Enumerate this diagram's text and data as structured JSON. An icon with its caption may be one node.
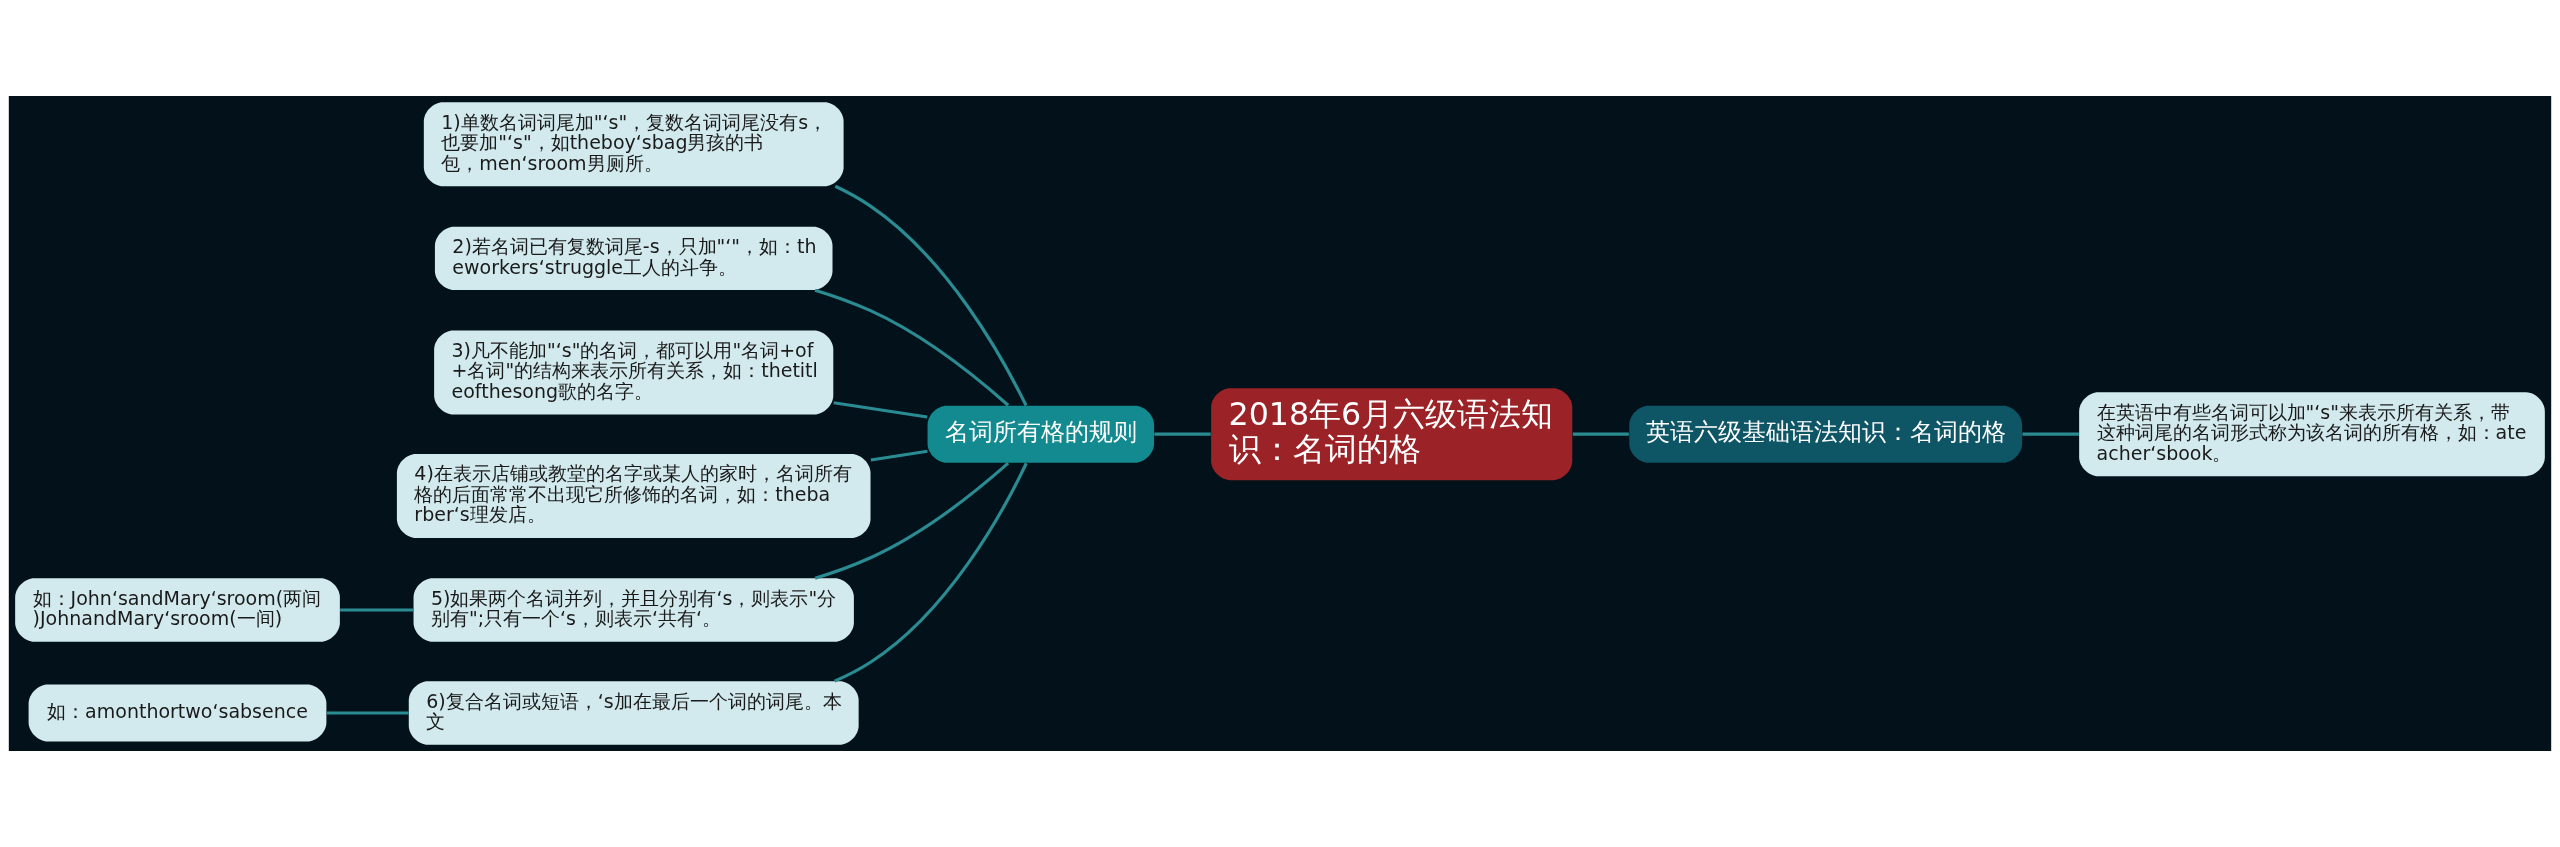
{
  "diagram": {
    "nodes": [
      {
        "text": [
          "2018年6月六级语法知识：名词的格"
        ]
      },
      {
        "text": [
          "名词所有格的规则"
        ]
      },
      {
        "text": [
          "1)单数名词词尾加\"‘s\"，复数名词词尾没有s，也要加\"‘s\"，如theboy‘sbag男孩的书包，men‘sroom男厕所。"
        ]
      },
      {
        "text": [
          "2)若名词已有复数词尾-s，只加\"‘\"，如：theworkers‘struggle工人的斗争。"
        ]
      },
      {
        "text": [
          "3)凡不能加\"‘s\"的名词，都可以用\"名词+of+名词\"的结构来表示所有关系，如：thetitleofthesong歌的名字。"
        ]
      },
      {
        "text": [
          "4)在表示店铺或教堂的名字或某人的家时，名词所有格的后面常常不出现它所修饰的名词，如：thebarber‘s理发店。"
        ]
      },
      {
        "text": [
          "5)如果两个名词并列，并且分别有‘s，则表示\"分别有\";只有一个‘s，则表示‘共有‘。"
        ]
      },
      {
        "text": [
          "6)复合名词或短语，‘s加在最后一个词的词尾。本文"
        ]
      },
      {
        "text": [
          "如：John‘sandMary‘sroom(两间)JohnandMary‘sroom(一间)"
        ]
      },
      {
        "text": [
          "如：amonthortwo‘sabsence"
        ]
      },
      {
        "text": [
          "英语六级基础语法知识：名词的格"
        ]
      },
      {
        "text": [
          "在英语中有些名词可以加\"‘s\"来表示所有关系，带这种词尾的名词形式称为该名词的所有格，如：ateacher‘sbook。"
        ]
      }
    ],
    "edges": [
      {
        "from": 8,
        "to": 6,
        "arrow": "none"
      },
      {
        "from": 9,
        "to": 7,
        "arrow": "none"
      },
      {
        "from": 2,
        "to": 1,
        "arrow": "none"
      },
      {
        "from": 3,
        "to": 1,
        "arrow": "none"
      },
      {
        "from": 4,
        "to": 1,
        "arrow": "none"
      },
      {
        "from": 5,
        "to": 1,
        "arrow": "none"
      },
      {
        "from": 6,
        "to": 1,
        "arrow": "none"
      },
      {
        "from": 7,
        "to": 1,
        "arrow": "none"
      },
      {
        "from": 1,
        "to": 0,
        "arrow": "none"
      },
      {
        "from": 0,
        "to": 10,
        "arrow": "none"
      },
      {
        "from": 10,
        "to": 11,
        "arrow": "none"
      }
    ]
  }
}
